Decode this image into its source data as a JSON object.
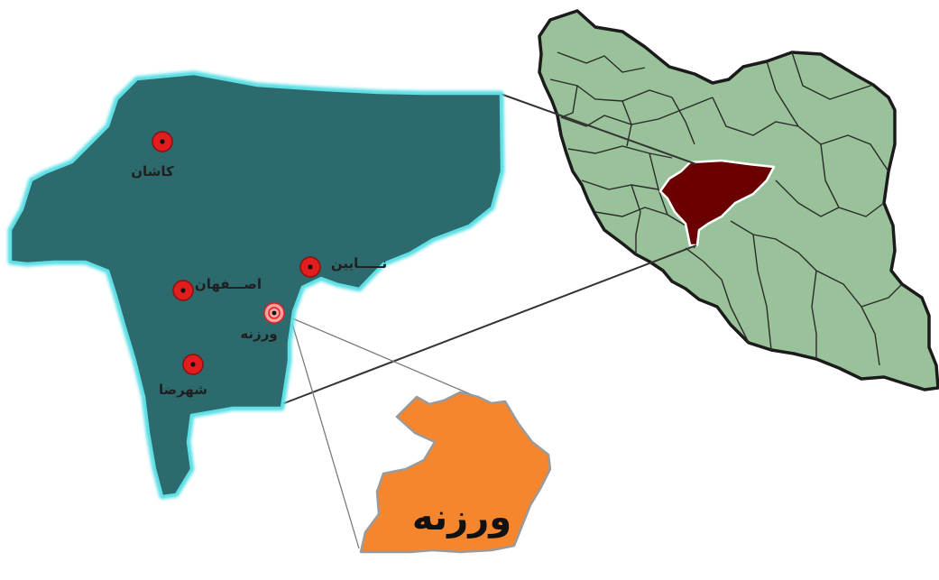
{
  "colors": {
    "province_fill": "#2d6a6d",
    "province_outline": "#5fe0e6",
    "iran_fill": "#99c29a",
    "iran_outline": "#1b1b1b",
    "province_highlight_fill": "#6b0000",
    "county_fill": "#f5862d",
    "county_outline": "#9a9a9a",
    "city_marker": "#e21d1d",
    "selected_marker": "#f4a3a3",
    "connector_line": "#333333"
  },
  "icons": {
    "city_marker": "circle-dot-icon",
    "selected_city_marker": "target-icon"
  },
  "cities": [
    {
      "id": "kashan",
      "name": "کاشان"
    },
    {
      "id": "naein",
      "name": "نـــــایین"
    },
    {
      "id": "isfahan",
      "name": "اصـــفهان"
    },
    {
      "id": "varzaneh",
      "name": "ورزنه"
    },
    {
      "id": "shahreza",
      "name": "شهرضا"
    }
  ],
  "inset": {
    "label": "ورزنه"
  }
}
